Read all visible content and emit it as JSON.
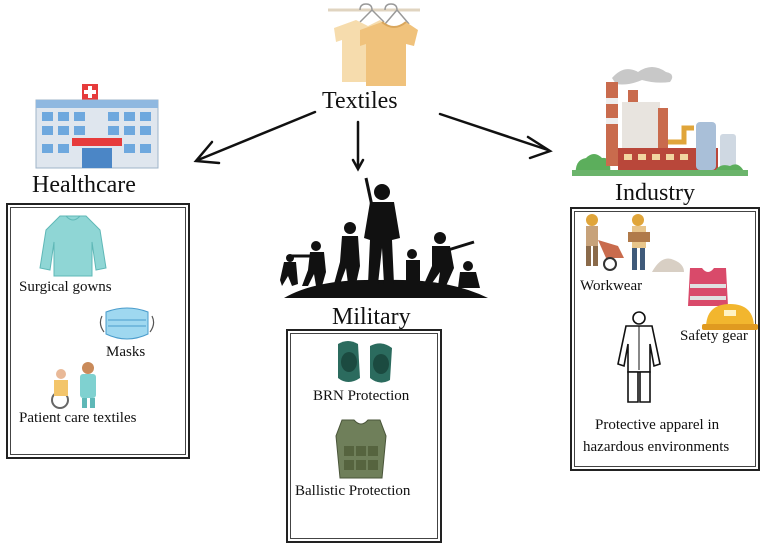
{
  "center": {
    "title": "Textiles",
    "icon": "hanging-shirts-icon"
  },
  "branches": {
    "healthcare": {
      "title": "Healthcare",
      "icon": "hospital-icon",
      "items": [
        {
          "label": "Surgical gowns",
          "icon": "surgical-gown-icon"
        },
        {
          "label": "Masks",
          "icon": "mask-icon"
        },
        {
          "label": "Patient care textiles",
          "icon": "patient-care-icon"
        }
      ]
    },
    "military": {
      "title": "Military",
      "icon": "soldiers-silhouette-icon",
      "items": [
        {
          "label": "BRN Protection",
          "icon": "knee-pads-icon"
        },
        {
          "label": "Ballistic Protection",
          "icon": "ballistic-vest-icon"
        }
      ]
    },
    "industry": {
      "title": "Industry",
      "icon": "factory-icon",
      "items": [
        {
          "label": "Workwear",
          "icon": "workers-icon"
        },
        {
          "label": "Safety gear",
          "icon": "safety-vest-helmet-icon"
        },
        {
          "label": "Protective apparel in",
          "icon": "protective-suit-icon"
        },
        {
          "label": "hazardous environments"
        }
      ]
    }
  },
  "colors": {
    "arrow": "#111111",
    "box_border": "#222222",
    "teal": "#7fd1d0",
    "shirt": "#f2c98a"
  }
}
